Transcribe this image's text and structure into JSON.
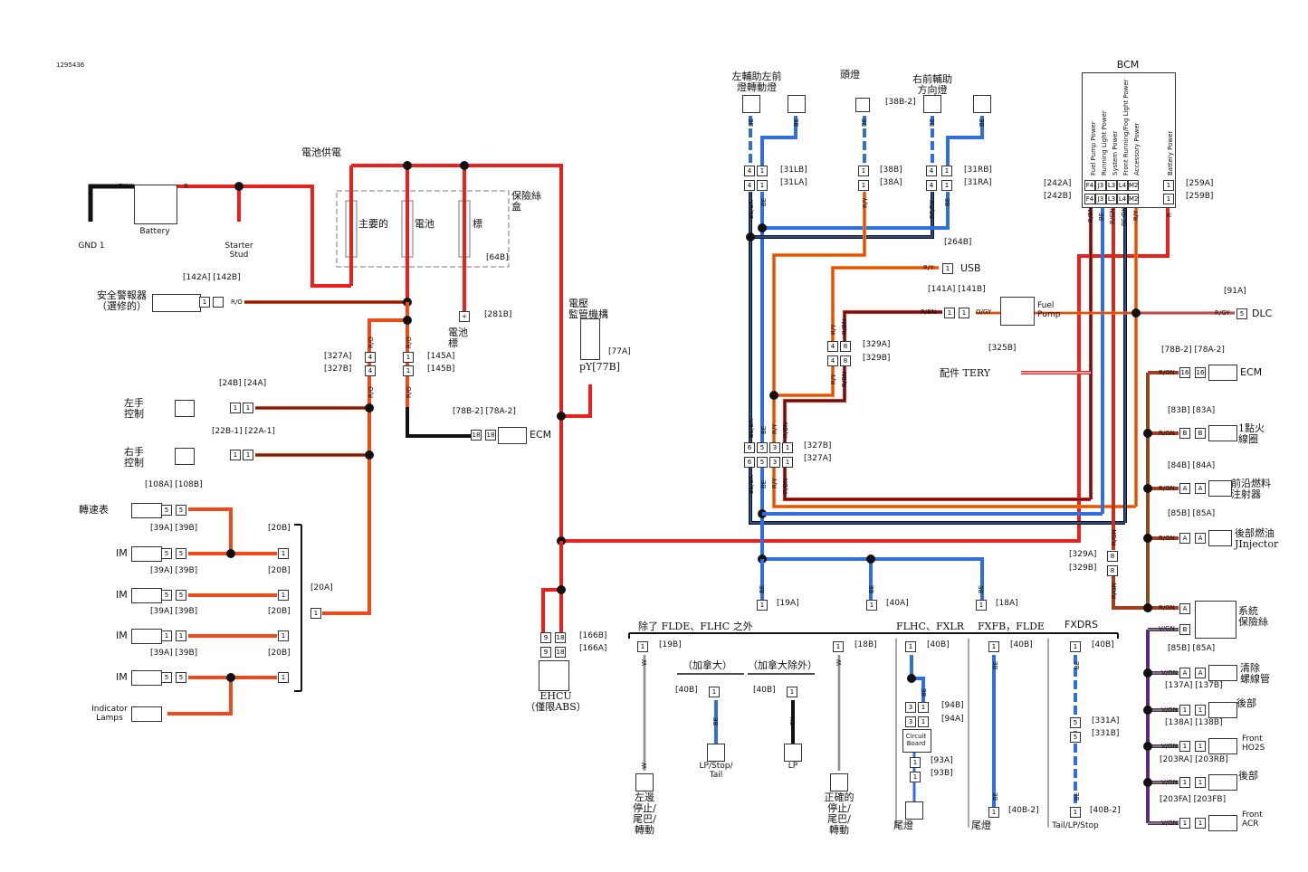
{
  "doc_id": "1295436",
  "wire_colors": {
    "red": "#e8211c",
    "red_orange": "#f04a18",
    "blue": "#2f6fe0",
    "black": "#111111",
    "orange": "#f08a1a",
    "brown": "#8a4a1e",
    "violet": "#5b2a7a",
    "gray": "#777777"
  },
  "labels": {
    "battery_supply": "電池供電",
    "fuse_box": "保險絲\n盒",
    "fuse_main": "主要的",
    "fuse_battery": "電池",
    "fuse_mark": "標",
    "conn_64b": "[64B]",
    "bk": "BK",
    "r": "R",
    "battery": "Battery",
    "gnd1": "GND 1",
    "starter_stud": "Starter\nStud",
    "alarm": "安全警報器\n（選修的）",
    "conn_142": "[142A] [142B]",
    "ro": "R/O",
    "battery_mark": "電池\n標",
    "conn_281b": "[281B]",
    "voltage_monitor": "電壓\n監管機構",
    "conn_77a": "[77A]",
    "conn_77b": "pY[77B]",
    "conn_327a": "[327A]",
    "conn_327b": "[327B]",
    "conn_145a": "[145A]",
    "conn_145b": "[145B]",
    "left_control": "左手\n控制",
    "right_control": "右手\n控制",
    "conn_24": "[24B] [24A]",
    "conn_22": "[22B-1] [22A-1]",
    "conn_78_left": "[78B-2] [78A-2]",
    "ecm": "ECM",
    "speedo": "轉速表",
    "conn_108": "[108A] [108B]",
    "im": "IM",
    "conn_39": "[39A] [39B]",
    "conn_20b": "[20B]",
    "conn_20a": "[20A]",
    "indicator_lamps": "Indicator\nLamps",
    "conn_166b": "[166B]",
    "conn_166a": "[166A]",
    "ehcu": "EHCU\n（僅限ABS）",
    "left_front_aux": "左輔助左前\n燈轉動燈",
    "headlamp": "頭燈",
    "right_front_aux": "右前輔助\n方向燈",
    "conn_38b2": "[38B-2]",
    "conn_31lb": "[31LB]",
    "conn_31la": "[31LA]",
    "conn_38b": "[38B]",
    "conn_38a": "[38A]",
    "conn_31rb": "[31RB]",
    "conn_31ra": "[31RA]",
    "be": "BE",
    "bebk": "BE/BK",
    "ry": "R/Y",
    "rbn": "R/BN",
    "conn_264b": "[264B]",
    "usb": "USB",
    "conn_141": "[141A] [141B]",
    "ogy": "O/GY",
    "fuel_pump": "Fuel\nPump",
    "conn_329a": "[329A]",
    "conn_329b": "[329B]",
    "conn_325b": "[325B]",
    "accessory": "配件 TERY",
    "conn_327b_r": "[327B]",
    "conn_327a_r": "[327A]",
    "bcm": "BCM",
    "bcm_pins": [
      "Fuel Pump Power",
      "Running Light Power",
      "System Power",
      "Front Running/Fog Light Power",
      "Accessory Power",
      "Battery Power"
    ],
    "bcm_pin_ids": [
      "F4",
      "J3",
      "L3",
      "L4",
      "M2"
    ],
    "conn_242a": "[242A]",
    "conn_242b": "[242B]",
    "conn_259a": "[259A]",
    "conn_259b": "[259B]",
    "rgn": "R/GN",
    "rgy": "R/GY",
    "vgn": "V/GN",
    "conn_91a": "[91A]",
    "dlc": "DLC",
    "conn_78_right": "[78B-2] [78A-2]",
    "ecm_right": "ECM",
    "conn_83": "[83B] [83A]",
    "ignition_coil": "1點火\n線圈",
    "conn_84": "[84B] [84A]",
    "front_injector": "前沿燃料\n注射器",
    "conn_85": "[85B] [85A]",
    "rear_injector": "後部燃油\nJInjector",
    "conn_329a_r": "[329A]",
    "conn_329b_r": "[329B]",
    "system_fuse": "系統\n保險絲",
    "conn_85_b": "[85B] [85A]",
    "purge_valve": "清除\n螺線管",
    "conn_137": "[137A] [137B]",
    "rear1": "後部",
    "conn_138": "[138A] [138B]",
    "front_ho2s": "Front\nHO2S",
    "conn_203ra": "[203RA] [203RB]",
    "rear2": "後部",
    "conn_203fa": "[203FA] [203FB]",
    "front_acr": "Front\nACR",
    "except_flde": "除了 FLDE、FLHC 之外",
    "conn_19a": "[19A]",
    "conn_40a": "[40A]",
    "conn_18a": "[18A]",
    "flhc_fxlr": "FLHC、FXLR",
    "fxfb_flde": "FXFB，FLDE",
    "fxdrs": "FXDRS",
    "conn_19b": "[19B]",
    "conn_18b": "[18B]",
    "conn_40b": "[40B]",
    "canada": "（加拿大）",
    "except_canada": "（加拿大除外）",
    "w": "W",
    "bk_short": "BK",
    "lp_stop_tail": "LP/Stop/\nTail",
    "lp": "LP",
    "left_stop_tail": "左邊\n停止/\n尾巴/\n轉動",
    "right_stop_tail": "正確的\n停止/\n尾巴/\n轉動",
    "conn_94b": "[94B]",
    "conn_94a": "[94A]",
    "circuit_board": "Circuit\nBoard",
    "conn_93a": "[93A]",
    "conn_93b": "[93B]",
    "tail_lamp1": "尾燈",
    "conn_40b2_a": "[40B-2]",
    "tail_lamp2": "尾燈",
    "conn_331a": "[331A]",
    "conn_331b": "[331B]",
    "conn_40b2_b": "[40B-2]",
    "tail_lp_stop": "Tail/LP/Stop"
  }
}
